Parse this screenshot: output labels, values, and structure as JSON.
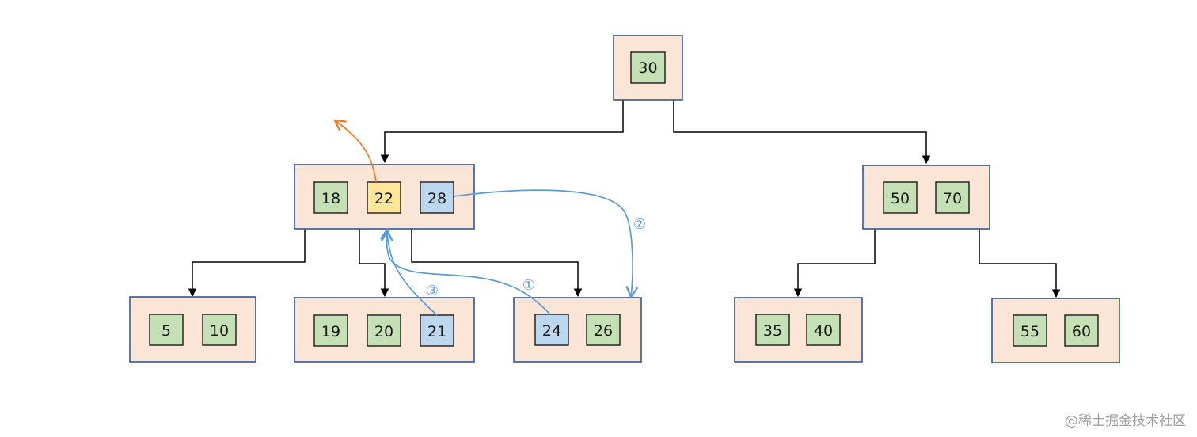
{
  "colors": {
    "node_fill": "#fbe5d6",
    "node_border": "#2f5597",
    "key_green": "#c5e0b4",
    "key_blue": "#bdd7ee",
    "key_yellow": "#ffe699",
    "arrow_blue": "#5b9bd5",
    "arrow_orange": "#ed7d31",
    "edge_black": "#000000"
  },
  "tree": {
    "root": {
      "keys": [
        {
          "value": "30",
          "color": "green"
        }
      ]
    },
    "left_internal": {
      "keys": [
        {
          "value": "18",
          "color": "green"
        },
        {
          "value": "22",
          "color": "yellow"
        },
        {
          "value": "28",
          "color": "blue"
        }
      ]
    },
    "right_internal": {
      "keys": [
        {
          "value": "50",
          "color": "green"
        },
        {
          "value": "70",
          "color": "green"
        }
      ]
    },
    "leaf_1": {
      "keys": [
        {
          "value": "5",
          "color": "green"
        },
        {
          "value": "10",
          "color": "green"
        }
      ]
    },
    "leaf_2": {
      "keys": [
        {
          "value": "19",
          "color": "green"
        },
        {
          "value": "20",
          "color": "green"
        },
        {
          "value": "21",
          "color": "blue"
        }
      ]
    },
    "leaf_3": {
      "keys": [
        {
          "value": "24",
          "color": "blue"
        },
        {
          "value": "26",
          "color": "green"
        }
      ]
    },
    "leaf_4": {
      "keys": [
        {
          "value": "35",
          "color": "green"
        },
        {
          "value": "40",
          "color": "green"
        }
      ]
    },
    "leaf_5": {
      "keys": [
        {
          "value": "55",
          "color": "green"
        },
        {
          "value": "60",
          "color": "green"
        }
      ]
    }
  },
  "steps": {
    "step_1": "①",
    "step_2": "②",
    "step_3": "③"
  },
  "watermark": "@稀土掘金技术社区"
}
